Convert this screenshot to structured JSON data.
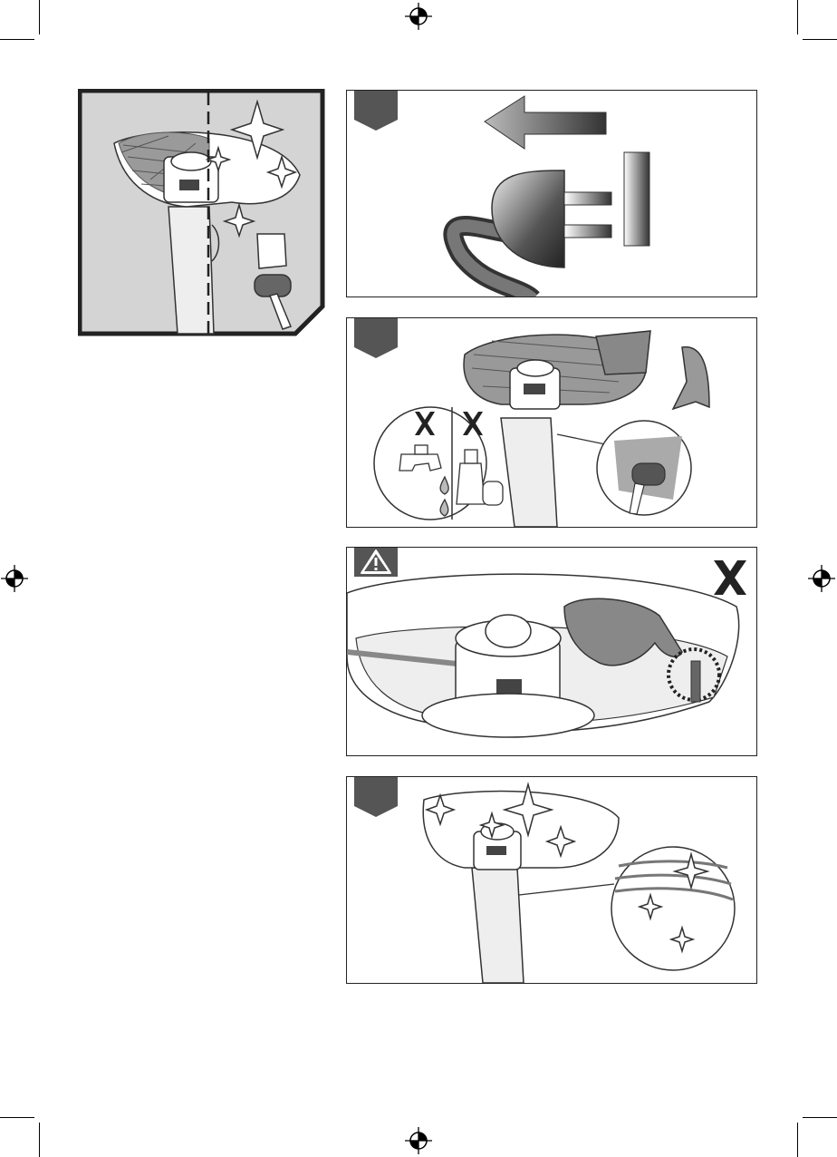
{
  "page": {
    "background": "#ffffff",
    "ink": "#222222",
    "tab_color": "#555555"
  },
  "panels": [
    {
      "step_marker": "dark-step-tab",
      "content": "unplug-icon"
    },
    {
      "step_marker": "dark-step-tab",
      "content": "clean-with-cloth-and-brush"
    },
    {
      "step_marker": "warning-icon",
      "content": "do-not-touch-line-cutter"
    },
    {
      "step_marker": "dark-step-tab",
      "content": "clean-guard-result"
    }
  ],
  "icons": [
    "registration-mark-icon",
    "warning-icon",
    "cross-icon",
    "plug-icon",
    "arrow-left-icon",
    "brush-icon",
    "cloth-icon",
    "tap-icon",
    "spray-bottle-icon",
    "sparkle-icon"
  ]
}
